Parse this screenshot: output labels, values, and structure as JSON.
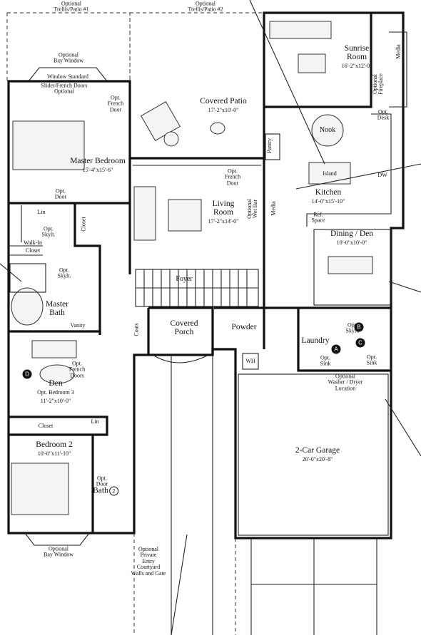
{
  "labels": {
    "trellis1": [
      "Optional",
      "Trellis/Patio #1"
    ],
    "trellis2": [
      "Optional",
      "Trellis/Patio #2"
    ],
    "bay_top": [
      "Optional",
      "Bay Window"
    ],
    "window_std": "Window Standard",
    "slider": [
      "Slider/French Doors",
      "Optional"
    ],
    "opt_french_door_mb": [
      "Opt.",
      "French",
      "Door"
    ],
    "master_bedroom": "Master Bedroom",
    "master_bedroom_dim": "15'-4\"x15'-6\"",
    "covered_patio": "Covered Patio",
    "covered_patio_dim": "17'-2\"x10'-0\"",
    "sunrise_room": [
      "Sunrise",
      "Room"
    ],
    "sunrise_room_dim": "16'-2\"x12'-0\"",
    "media_top": "Media",
    "opt_fireplace": [
      "Optional",
      "Fireplace"
    ],
    "opt_desk": [
      "Opt.",
      "Desk"
    ],
    "nook": "Nook",
    "pantry": "Pantry",
    "island": "Island",
    "dw": "DW",
    "kitchen": "Kitchen",
    "kitchen_dim": "14'-0\"x15'-10\"",
    "ref_space": [
      "Ref.",
      "Space"
    ],
    "opt_french_door_lr": [
      "Opt.",
      "French",
      "Door"
    ],
    "living_room": [
      "Living",
      "Room"
    ],
    "living_room_dim": "17'-2\"x14'-0\"",
    "opt_wet_bar": [
      "Optional",
      "Wet Bar"
    ],
    "media_lr": "Media",
    "opt_door_top": [
      "Opt.",
      "Door"
    ],
    "lin_top": "Lin",
    "closet_v": "Closet",
    "opt_skylt_mb": [
      "Opt.",
      "Skylt."
    ],
    "walk_in": "Walk-In",
    "closet_h": "Closet",
    "opt_skylt_bath": [
      "Opt.",
      "Skylt."
    ],
    "master_bath": [
      "Master",
      "Bath"
    ],
    "vanity": "Vanity",
    "dining_den": "Dining / Den",
    "dining_den_dim": "10'-0\"x10'-0\"",
    "foyer": "Foyer",
    "coats": "Coats",
    "covered_porch": [
      "Covered",
      "Porch"
    ],
    "powder": "Powder",
    "laundry": "Laundry",
    "opt_skylt_laundry": [
      "Opt.",
      "Skylt."
    ],
    "opt_sink_a": [
      "Opt.",
      "Sink"
    ],
    "opt_sink_b": [
      "Opt.",
      "Sink"
    ],
    "wh": "WH",
    "opt_washer": [
      "Optional",
      "Washer / Dryer",
      "Location"
    ],
    "opt_french_doors_den": [
      "Opt.",
      "French",
      "Doors"
    ],
    "den": "Den",
    "den_sub": "Opt. Bedroom 3",
    "den_dim": "11'-2\"x10'-0\"",
    "closet_b2": "Closet",
    "lin_b2": "Lin",
    "bedroom2": "Bedroom 2",
    "bedroom2_dim": "10'-0\"x11'-10\"",
    "opt_door_b2": [
      "Opt.",
      "Door"
    ],
    "bath2": "Bath",
    "bath2_num": "2",
    "bay_bottom": [
      "Optional",
      "Bay Window"
    ],
    "garage": "2-Car Garage",
    "garage_dim": "20'-0\"x20'-8\"",
    "courtyard": [
      "Optional",
      "Private",
      "Entry",
      "Courtyard",
      "Walls and Gate"
    ]
  },
  "badges": [
    "A",
    "B",
    "C",
    "D"
  ]
}
